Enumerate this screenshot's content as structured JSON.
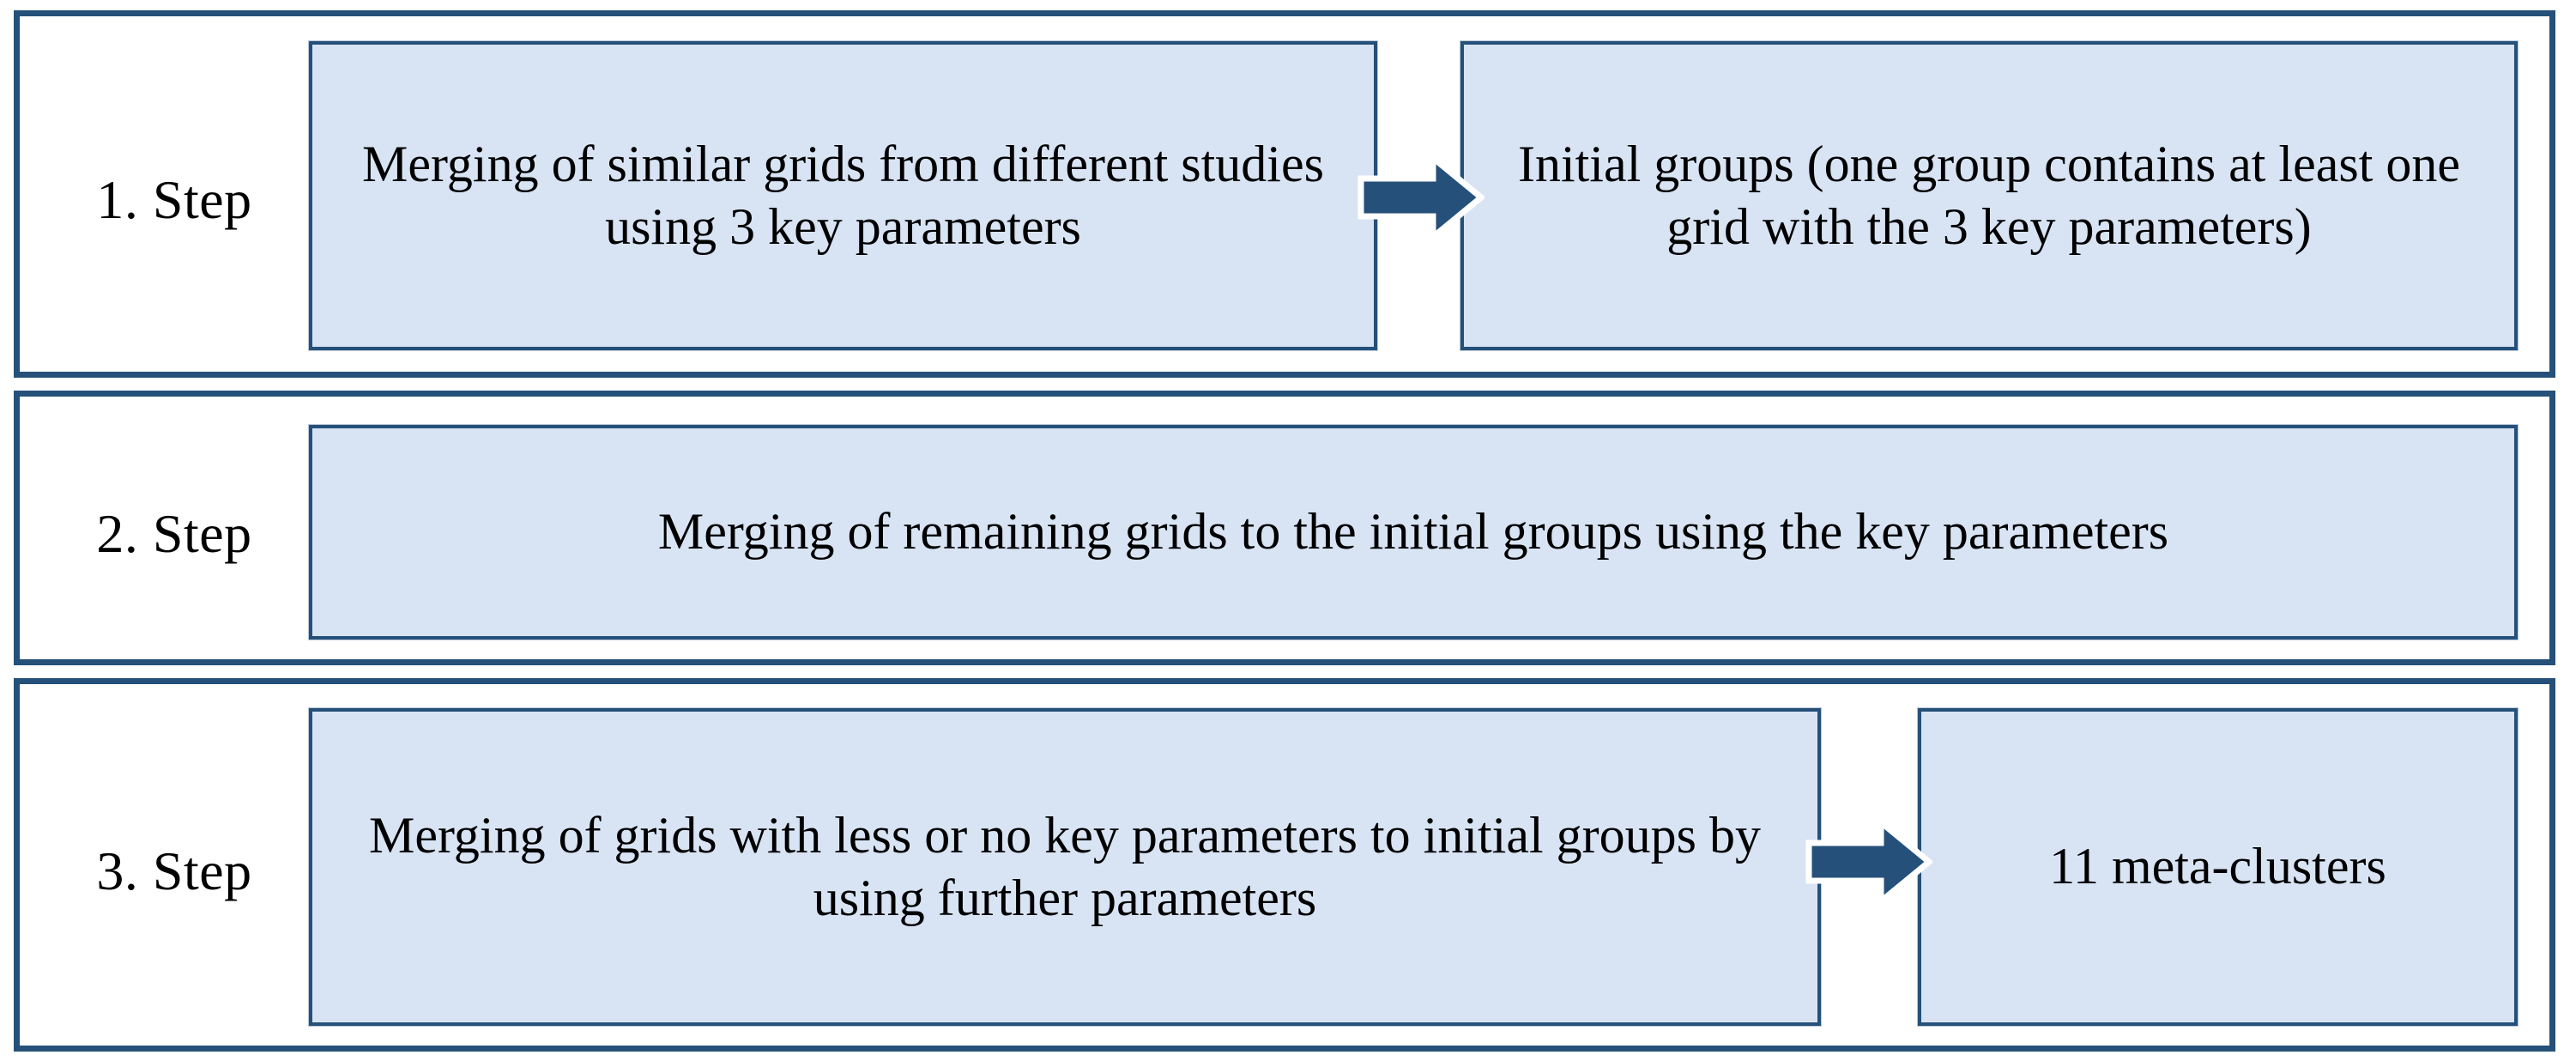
{
  "diagram": {
    "title": "Three-step grid merging workflow producing meta-clusters",
    "colors": {
      "frame_border": "#255079",
      "box_fill": "#d8e4f4",
      "box_border": "#255079",
      "arrow_fill": "#255079",
      "arrow_outline": "#ffffff",
      "background": "#ffffff",
      "text": "#000000"
    },
    "steps": [
      {
        "label": "1. Step",
        "boxes": [
          {
            "text": "Merging of similar grids from different studies using 3 key parameters"
          },
          {
            "text": "Initial groups (one group contains at least one grid with the 3 key parameters)"
          }
        ],
        "arrow": {
          "name": "arrow-right",
          "direction": "right"
        }
      },
      {
        "label": "2. Step",
        "boxes": [
          {
            "text": "Merging of remaining grids to the initial groups using the key parameters"
          }
        ],
        "arrow": null
      },
      {
        "label": "3. Step",
        "boxes": [
          {
            "text": "Merging of grids with less or no key parameters to initial groups by using further parameters"
          },
          {
            "text": "11 meta-clusters"
          }
        ],
        "arrow": {
          "name": "arrow-right",
          "direction": "right"
        }
      }
    ]
  }
}
